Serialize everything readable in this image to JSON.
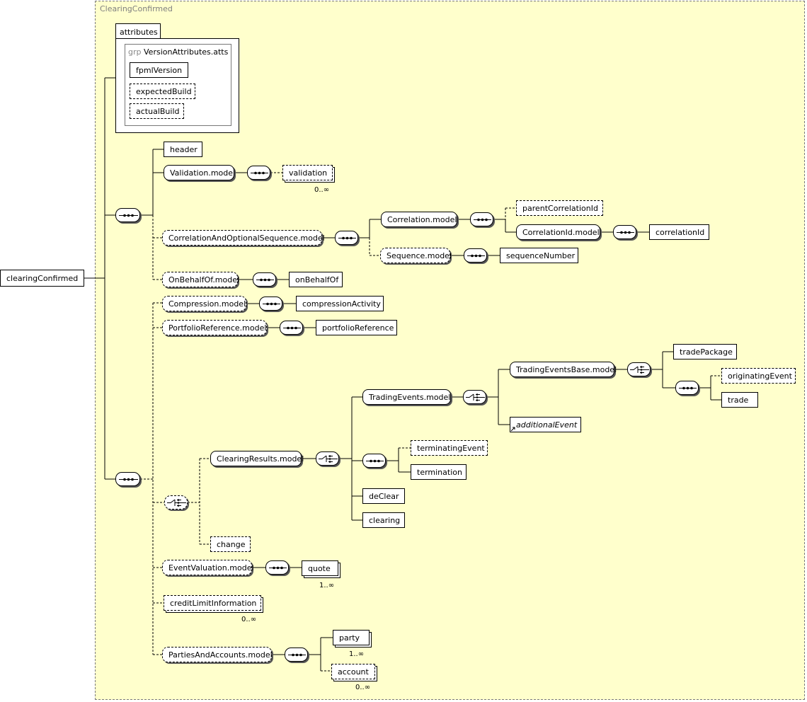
{
  "diagram": {
    "frame_title": "ClearingConfirmed",
    "root": "clearingConfirmed",
    "attributes": {
      "tab_label": "attributes",
      "group_keyword": "grp",
      "group_name": "VersionAttributes.atts",
      "items": [
        "fpmlVersion",
        "expectedBuild",
        "actualBuild"
      ]
    },
    "elements": {
      "header": "header",
      "validation_model": "Validation.model",
      "validation": "validation",
      "correlation_and_optional_sequence_model": "CorrelationAndOptionalSequence.model",
      "correlation_model": "Correlation.model",
      "parent_correlation_id": "parentCorrelationId",
      "correlation_id_model": "CorrelationId.model",
      "correlation_id": "correlationId",
      "sequence_model": "Sequence.model",
      "sequence_number": "sequenceNumber",
      "on_behalf_of_model": "OnBehalfOf.model",
      "on_behalf_of": "onBehalfOf",
      "compression_model": "Compression.model",
      "compression_activity": "compressionActivity",
      "portfolio_reference_model": "PortfolioReference.model",
      "portfolio_reference": "portfolioReference",
      "trading_events_base_model": "TradingEventsBase.model",
      "trade_package": "tradePackage",
      "originating_event": "originatingEvent",
      "trade": "trade",
      "trading_events_model": "TradingEvents.model",
      "additional_event": "additionalEvent",
      "clearing_results_model": "ClearingResults.model",
      "terminating_event": "terminatingEvent",
      "termination": "termination",
      "de_clear": "deClear",
      "clearing": "clearing",
      "change": "change",
      "event_valuation_model": "EventValuation.model",
      "quote": "quote",
      "credit_limit_information": "creditLimitInformation",
      "parties_and_accounts_model": "PartiesAndAccounts.model",
      "party": "party",
      "account": "account"
    },
    "cardinalities": {
      "validation": "0..∞",
      "quote": "1..∞",
      "credit_limit_information": "0..∞",
      "party": "1..∞",
      "account": "0..∞"
    },
    "colors": {
      "background": "#ffffcc",
      "frame_border": "#7a7a7a",
      "box_border": "#000000"
    }
  }
}
